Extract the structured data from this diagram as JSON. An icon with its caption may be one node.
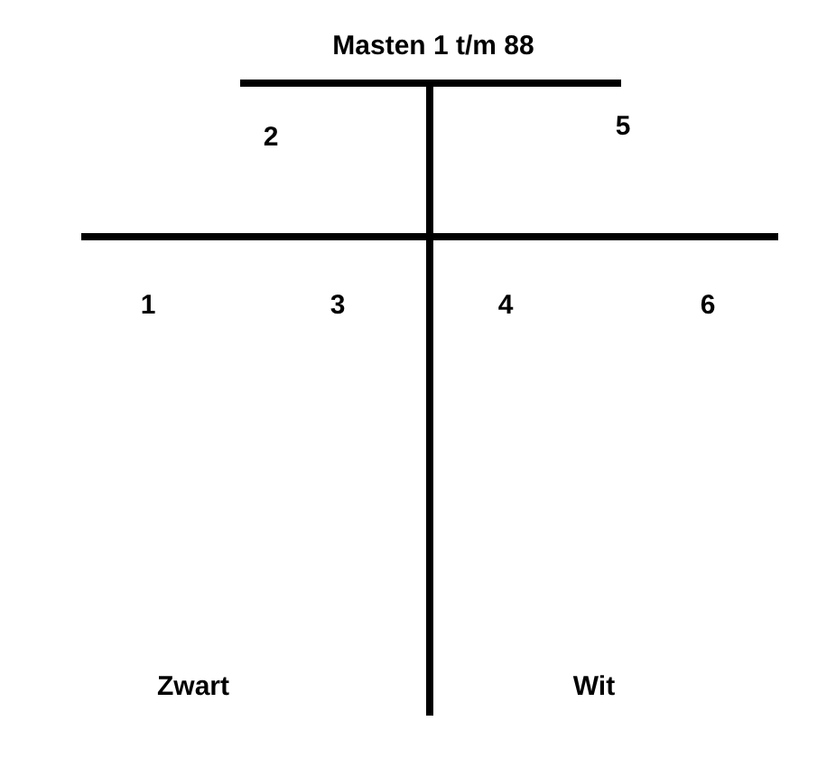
{
  "diagram": {
    "title": "Masten 1 t/m 88",
    "labels": [
      "2",
      "5",
      "1",
      "3",
      "4",
      "6",
      "Zwart",
      "Wit"
    ]
  }
}
